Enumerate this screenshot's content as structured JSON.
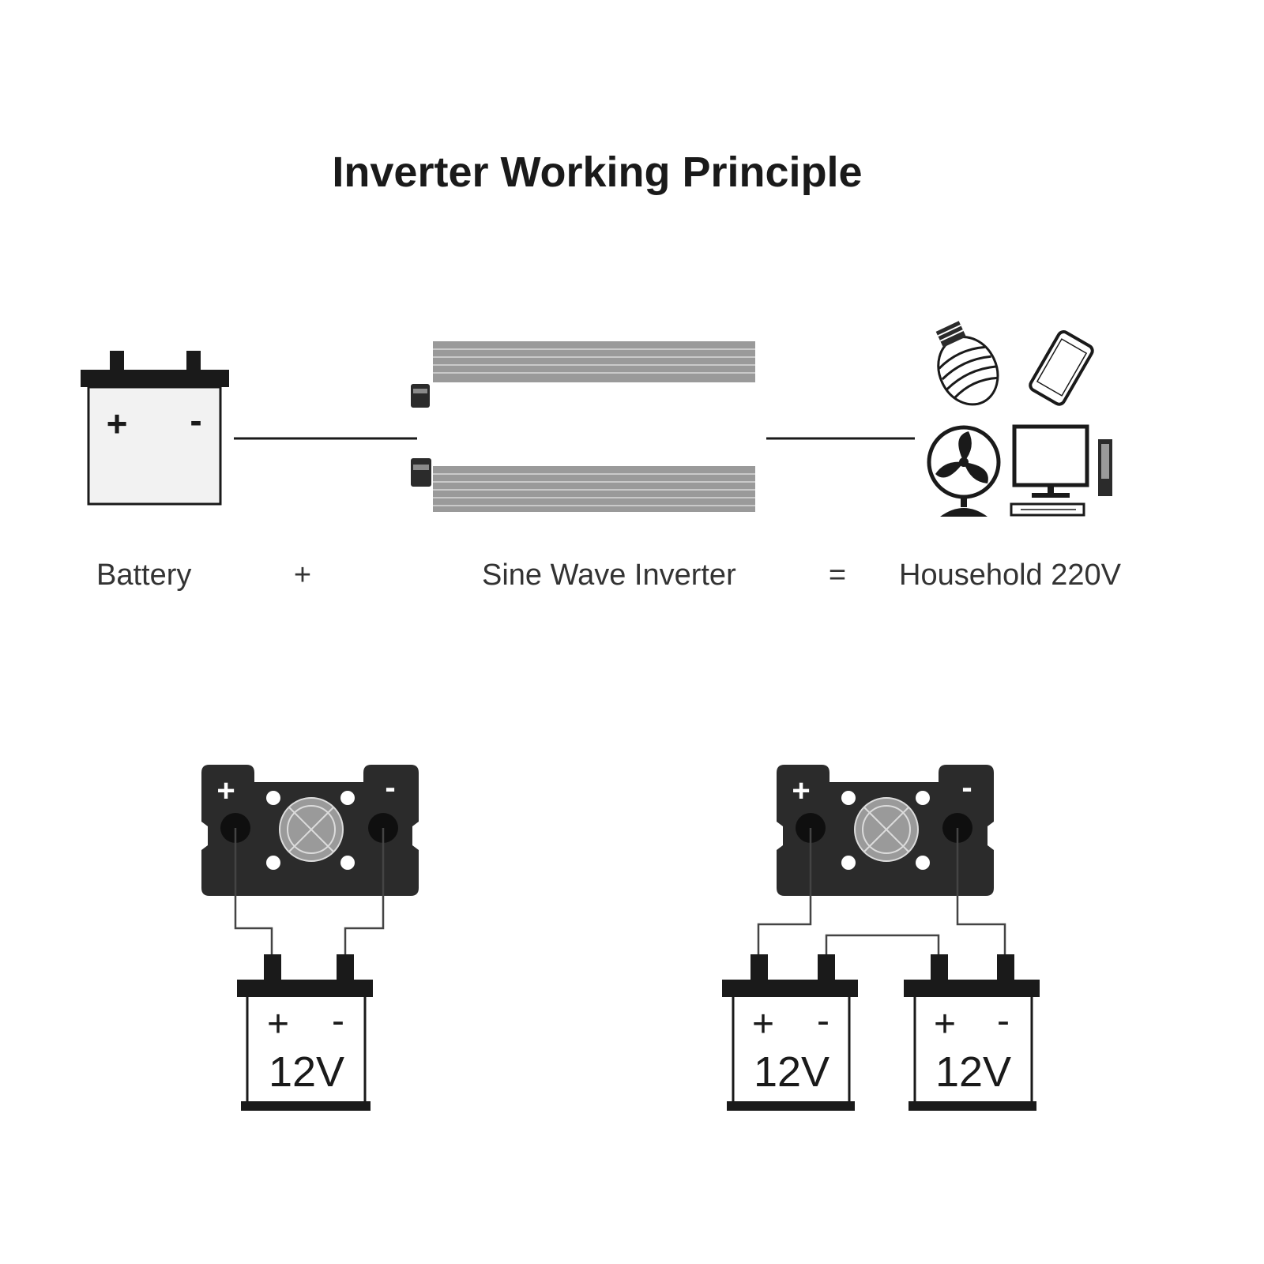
{
  "title": "Inverter Working Principle",
  "labels": {
    "battery": "Battery",
    "plus": "+",
    "inverter": "Sine Wave Inverter",
    "equals": "=",
    "household": "Household 220V"
  },
  "battery_icon": {
    "plus": "+",
    "minus": "-"
  },
  "single_connection": {
    "inverter_plus": "+",
    "inverter_minus": "-",
    "battery": {
      "plus": "+",
      "minus": "-",
      "voltage": "12V"
    }
  },
  "parallel_connection": {
    "inverter_plus": "+",
    "inverter_minus": "-",
    "batteries": [
      {
        "plus": "+",
        "minus": "-",
        "voltage": "12V"
      },
      {
        "plus": "+",
        "minus": "-",
        "voltage": "12V"
      }
    ]
  },
  "colors": {
    "ink": "#1a1a1a",
    "inverter_body": "#2b2b2b",
    "fins": "#9a9a9a",
    "battery_fill": "#f2f2f2"
  },
  "icons": [
    "battery-icon",
    "inverter-icon",
    "light-bulb-icon",
    "smartphone-icon",
    "fan-icon",
    "desktop-computer-icon"
  ]
}
